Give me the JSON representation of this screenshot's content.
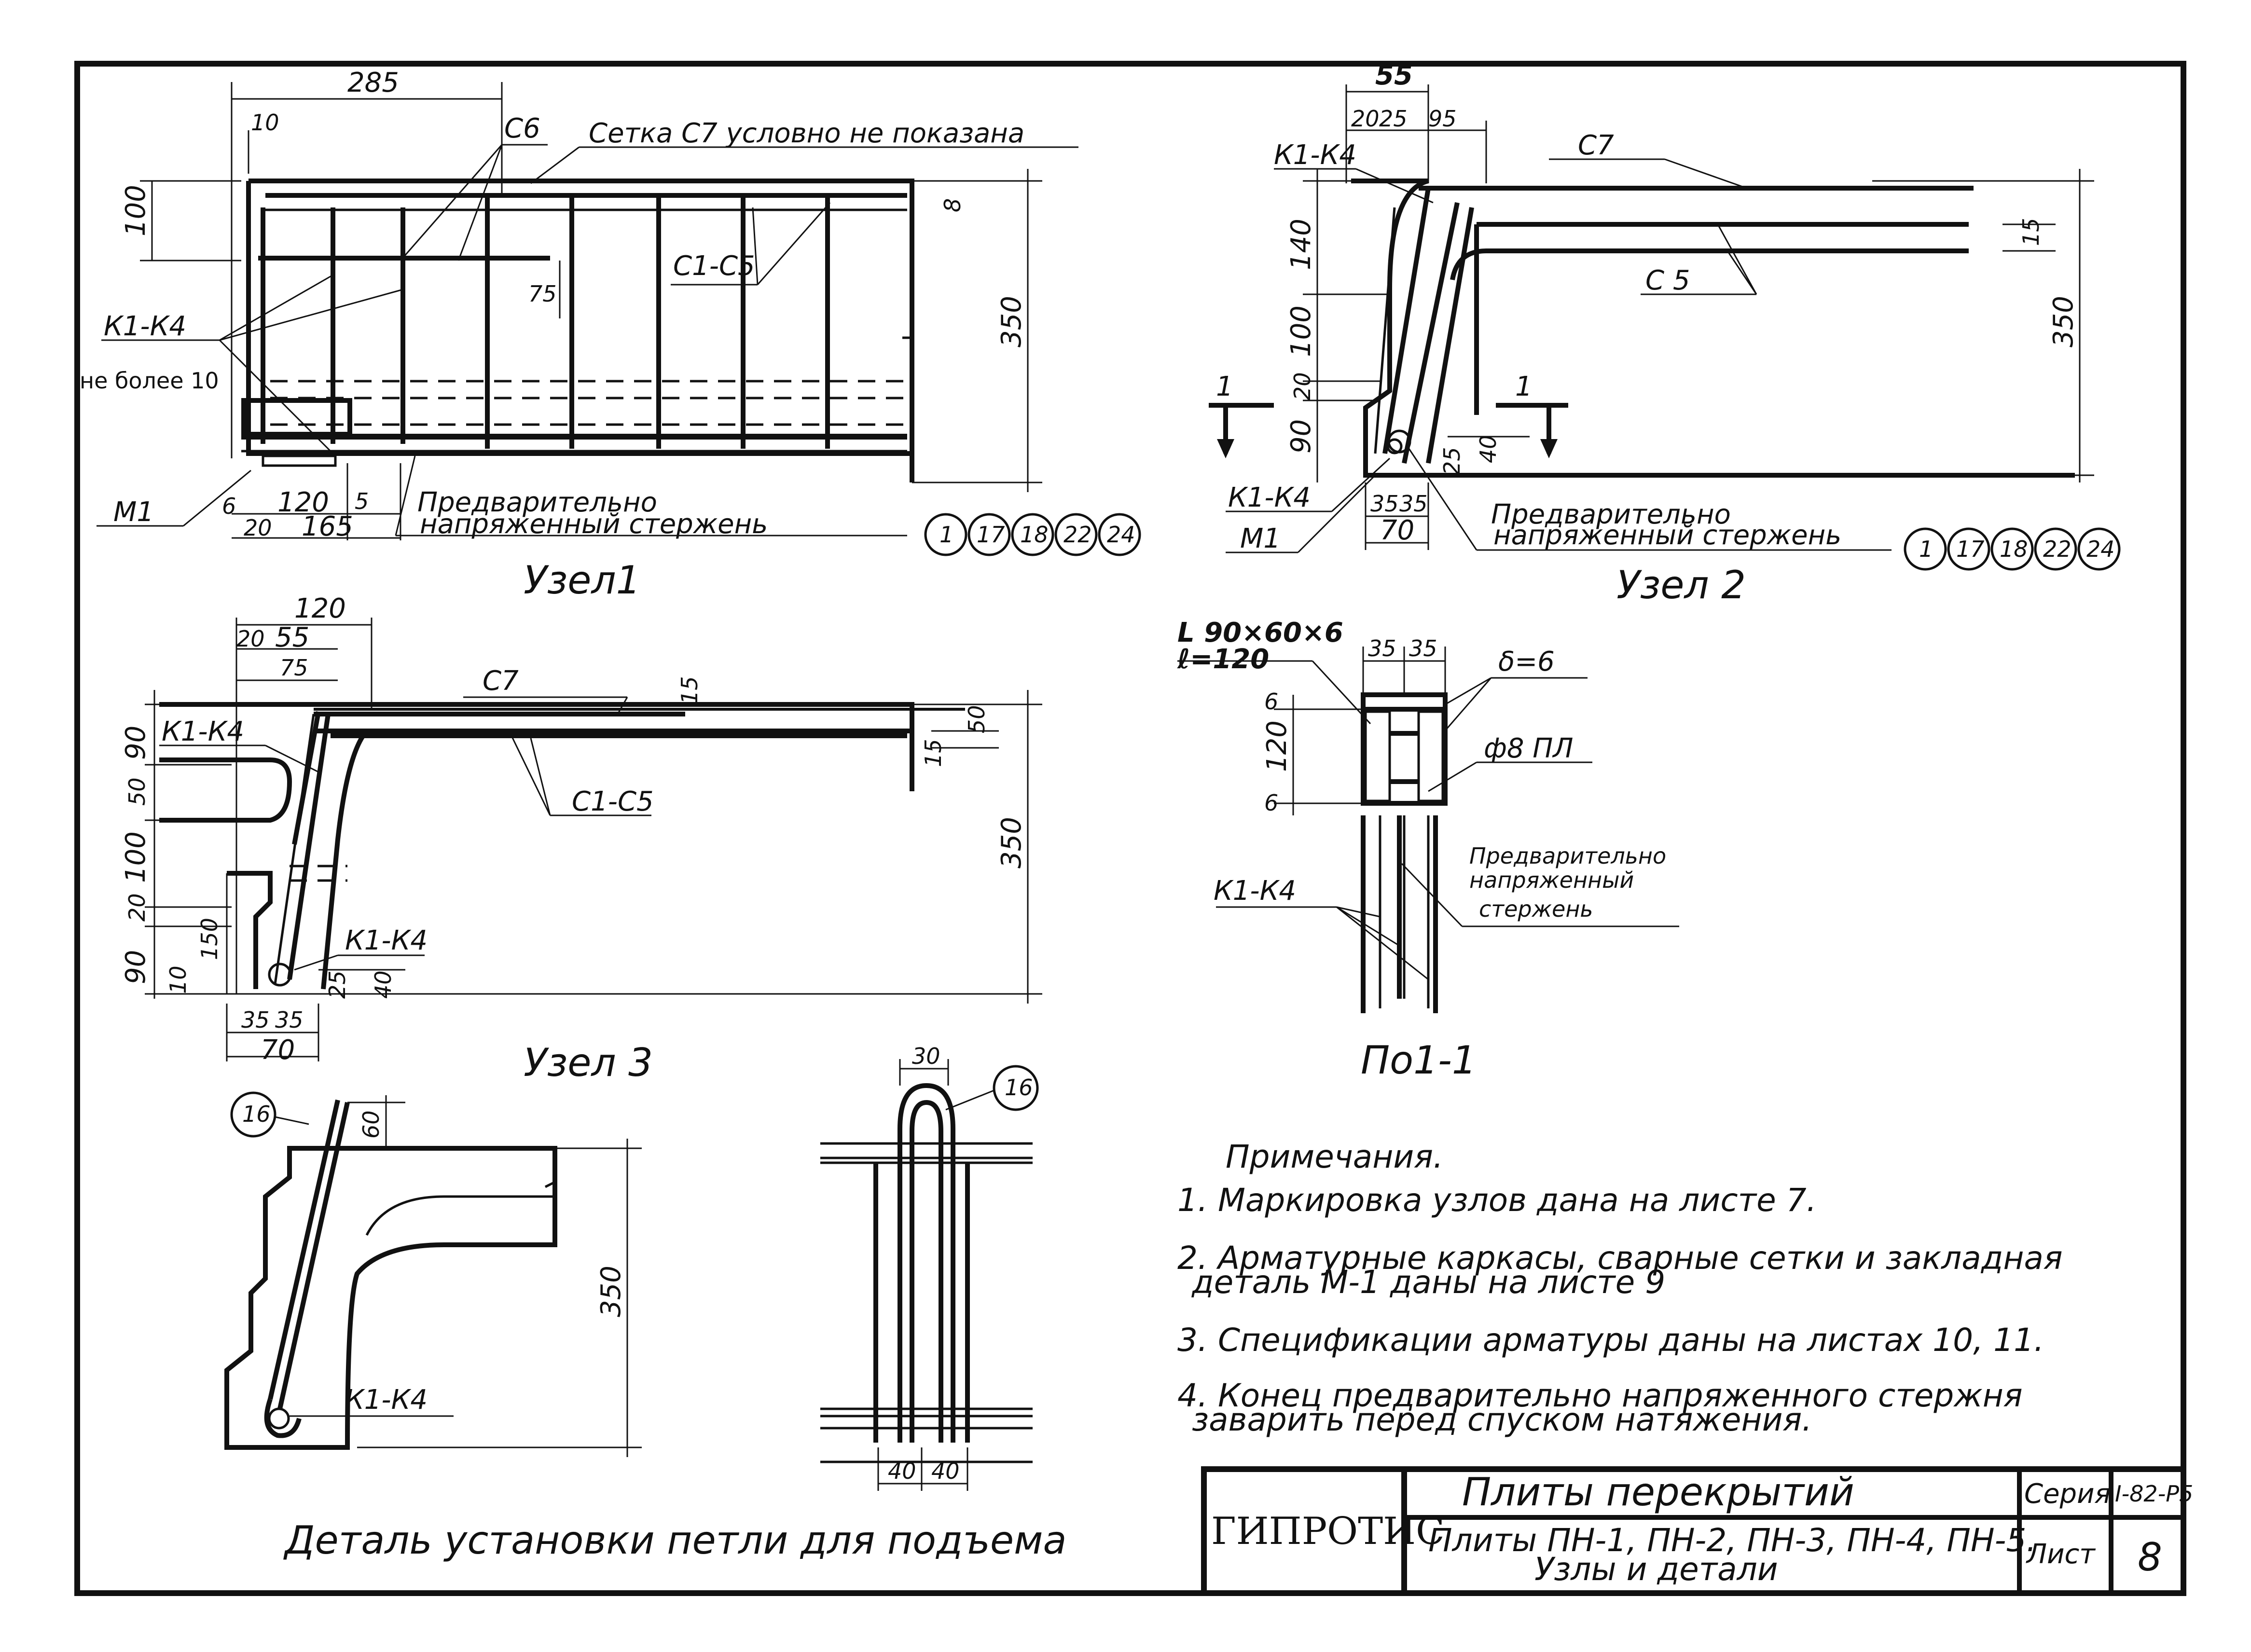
{
  "node1": {
    "title": "Узел1",
    "dims": [
      "285",
      "10",
      "100",
      "350",
      "75",
      "8",
      "120",
      "6",
      "5",
      "20",
      "165",
      "не более 10"
    ],
    "labels": {
      "c6": "С6",
      "mesh": "Сетка С7 условно не показана",
      "c1c5": "С1-С5",
      "k1k4": "К1-К4",
      "m1": "М1",
      "rod1": "Предварительно",
      "rod2": "напряженный стержень"
    },
    "sheets": [
      "1",
      "17",
      "18",
      "22",
      "24"
    ]
  },
  "node2": {
    "title": "Узел 2",
    "dims": [
      "55",
      "20",
      "25",
      "95",
      "140",
      "100",
      "20",
      "90",
      "15",
      "350",
      "35",
      "35",
      "70",
      "25",
      "40"
    ],
    "labels": {
      "k1k4_top": "К1-К4",
      "c7": "С7",
      "c5": "С 5",
      "k1k4_bot": "К1-К4",
      "m1": "М1",
      "rod1": "Предварительно",
      "rod2": "напряженный стержень",
      "cut": "1"
    },
    "sheets": [
      "1",
      "17",
      "18",
      "22",
      "24"
    ]
  },
  "node3": {
    "title": "Узел 3",
    "dims": [
      "120",
      "20",
      "55",
      "75",
      "90",
      "50",
      "100",
      "20",
      "90",
      "10",
      "150",
      "15",
      "50",
      "350",
      "25",
      "40",
      "35",
      "35",
      "70",
      "15"
    ],
    "labels": {
      "c7": "С7",
      "k1k4_top": "К1-К4",
      "c1c5": "С1-С5",
      "k1k4_bot": "К1-К4"
    }
  },
  "section": {
    "title": "По1-1",
    "dims": [
      "35",
      "35",
      "6",
      "120",
      "6"
    ],
    "labels": {
      "angle1": "L 90×60×6",
      "angle2": "ℓ=120",
      "plate": "δ=6",
      "bar": "ф8 ПЛ",
      "k1k4": "К1-К4",
      "rod1": "Предварительно",
      "rod2": "напряженный",
      "rod3": "стержень"
    }
  },
  "lift": {
    "title": "Деталь установки петли для подъема",
    "dims": [
      "60",
      "350",
      "30",
      "40",
      "40"
    ],
    "labels": {
      "loop_a": "16",
      "loop_b": "16",
      "k1k4": "К1-К4"
    }
  },
  "notes": {
    "heading": "Примечания.",
    "items": [
      "1. Маркировка узлов дана на листе 7.",
      "2. Арматурные каркасы, сварные сетки и закладная",
      "деталь М-1 даны на листе 9",
      "3. Спецификации арматуры даны на листах 10, 11.",
      "4. Конец предварительно напряженного стержня",
      "заварить перед спуском натяжения."
    ]
  },
  "title_block": {
    "org": "ГИПРОТИС",
    "title1": "Плиты перекрытий",
    "title2": "Плиты ПН-1, ПН-2, ПН-3, ПН-4, ПН-5.",
    "title3": "Узлы и детали",
    "series_label": "Серия",
    "series_value": "I-82-Р5",
    "sheet_label": "Лист",
    "sheet_value": "8"
  },
  "colors": {
    "ink": "#111111",
    "paper": "#ffffff"
  }
}
